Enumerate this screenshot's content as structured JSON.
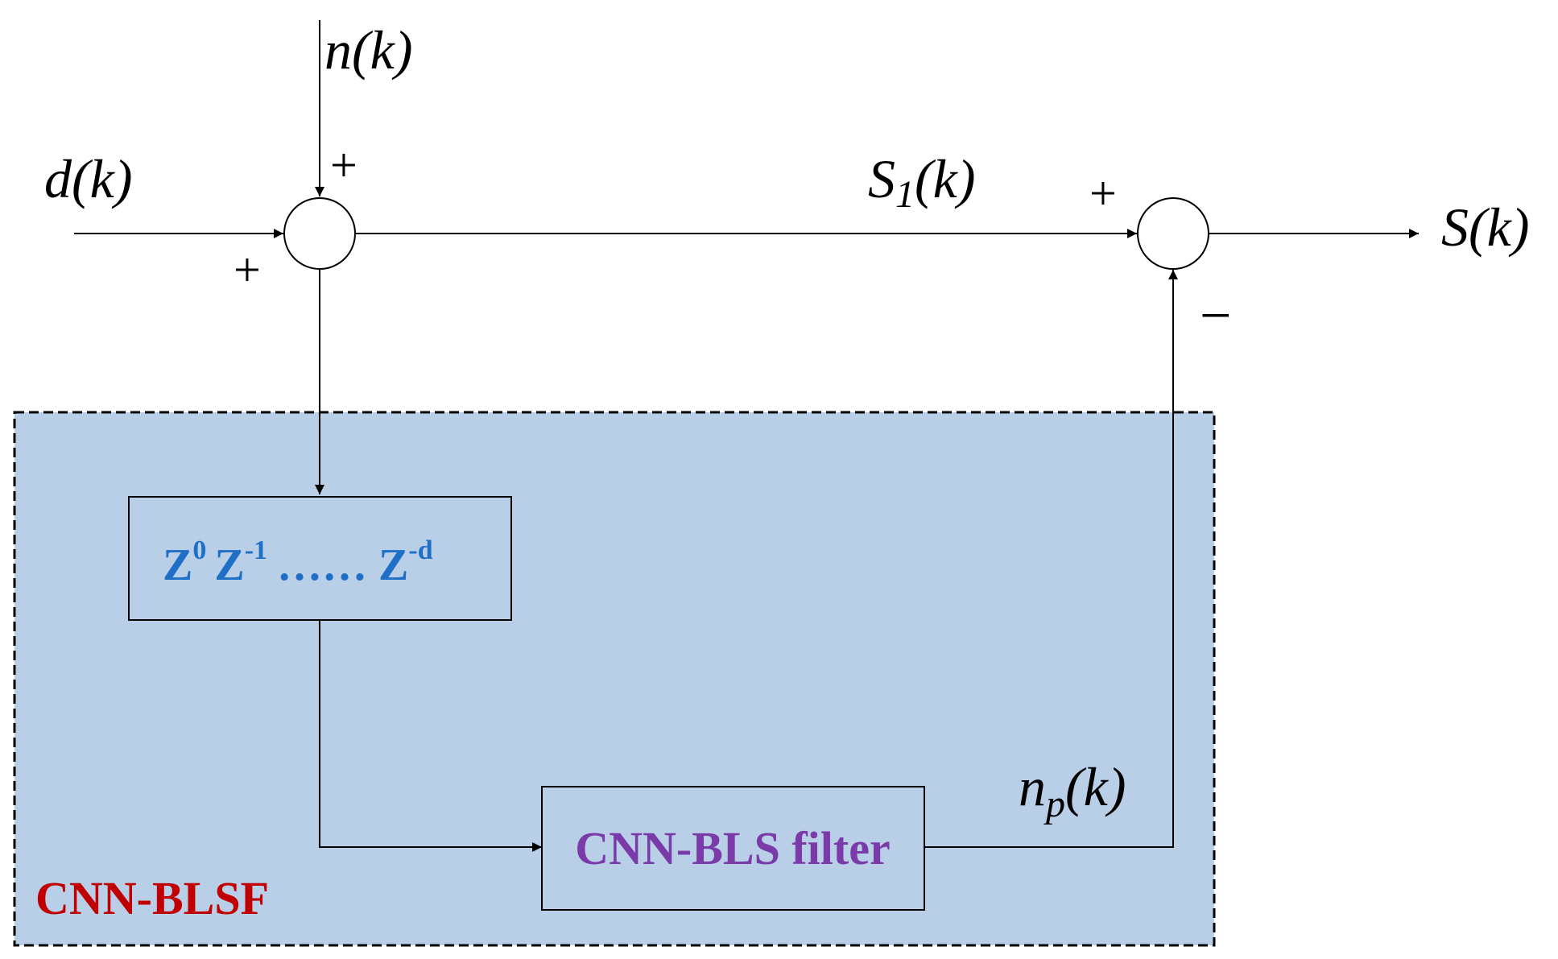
{
  "labels": {
    "d_k": "d(k)",
    "n_k": "n(k)",
    "s1_k_main": "S",
    "s1_k_sub": "1",
    "s1_k_tail": "(k)",
    "s_k": "S(k)",
    "np_k_main": "n",
    "np_k_sub": "p",
    "np_k_tail": "(k)"
  },
  "signs": {
    "sum1_top": "+",
    "sum1_left": "+",
    "sum2_left": "+",
    "sum2_bottom": "−"
  },
  "delay_block": {
    "z0_base": "Z",
    "z0_sup": "0",
    "z1_base": "Z",
    "z1_sup": "-1",
    "dots": "……",
    "zd_base": "Z",
    "zd_sup": "-d"
  },
  "filter_block": {
    "label": "CNN-BLS filter"
  },
  "region": {
    "label": "CNN-BLSF"
  },
  "colors": {
    "region_fill": "#b9cfe8",
    "delay_text": "#1f6fc6",
    "filter_text": "#7a3aa8",
    "region_label": "#c00000",
    "line": "#000000"
  }
}
